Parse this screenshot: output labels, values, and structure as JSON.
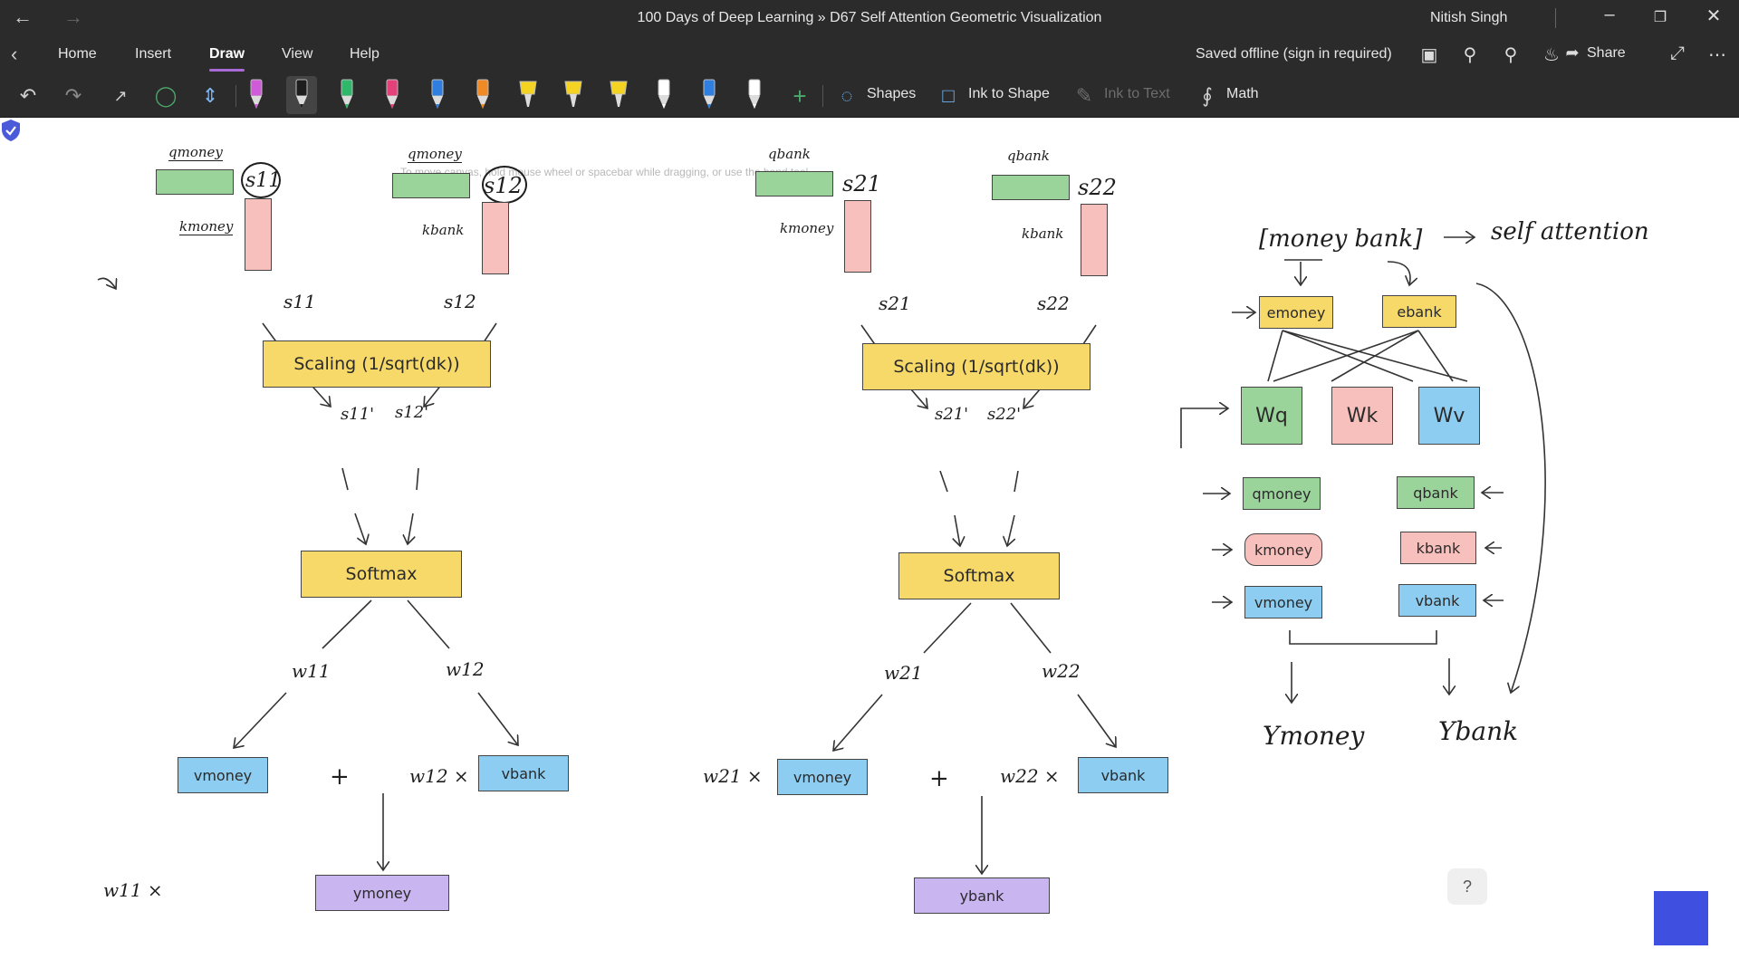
{
  "titlebar": {
    "title": "100 Days of Deep Learning » D67 Self Attention Geometric Visualization",
    "user": "Nitish Singh",
    "back_icon": "back-arrow-icon",
    "forward_icon": "forward-arrow-icon"
  },
  "menubar": {
    "items": [
      "Home",
      "Insert",
      "Draw",
      "View",
      "Help"
    ],
    "active": "Draw",
    "accent": "#a86ad6",
    "saved_status": "Saved offline (sign in required)",
    "share_label": "Share"
  },
  "toolbar": {
    "shapes_label": "Shapes",
    "ink_to_shape_label": "Ink to Shape",
    "ink_to_text_label": "Ink to Text",
    "math_label": "Math",
    "pen_colors": [
      "#d05bd9",
      "#1e1e1e",
      "#2fb86a",
      "#e4407a",
      "#2f7fe0",
      "#f08a24",
      "#f5d322",
      "#f5d322",
      "#f5d322",
      "#ffffff",
      "#2f7fe0",
      "#ffffff"
    ]
  },
  "canvas": {
    "hint": "To move canvas, hold mouse wheel or spacebar while dragging, or use the hand tool",
    "left_diagram": {
      "q_label_1": "qmoney",
      "s_label_11": "s11",
      "k_label_1": "kmoney",
      "q_label_2": "qmoney",
      "s_label_12": "s12",
      "k_label_2": "kbank",
      "arrow_s11": "s11",
      "arrow_s12": "s12",
      "scaling": "Scaling (1/sqrt(dk))",
      "scaled_1": "s11'",
      "scaled_2": "s12'",
      "softmax": "Softmax",
      "w1": "w11",
      "w2": "w12",
      "coef_1": "w11 ×",
      "v_1": "vmoney",
      "plus": "+",
      "coef_2": "w12 ×",
      "v_2": "vbank",
      "output": "ymoney"
    },
    "middle_diagram": {
      "q_label_1": "qbank",
      "s_label_21": "s21",
      "k_label_1": "kmoney",
      "q_label_2": "qbank",
      "s_label_22": "s22",
      "k_label_2": "kbank",
      "arrow_s21": "s21",
      "arrow_s22": "s22",
      "scaling": "Scaling (1/sqrt(dk))",
      "scaled_1": "s21'",
      "scaled_2": "s22'",
      "softmax": "Softmax",
      "w1": "w21",
      "w2": "w22",
      "coef_1": "w21 ×",
      "v_1": "vmoney",
      "plus": "+",
      "coef_2": "w22 ×",
      "v_2": "vbank",
      "output": "ybank"
    },
    "right_diagram": {
      "sentence": "[money bank]",
      "arrow_target": "self attention",
      "e_money": "emoney",
      "e_bank": "ebank",
      "wq": "Wq",
      "wk": "Wk",
      "wv": "Wv",
      "q_money": "qmoney",
      "q_bank": "qbank",
      "k_money": "kmoney",
      "k_bank": "kbank",
      "v_money": "vmoney",
      "v_bank": "vbank",
      "y_money": "Ymoney",
      "y_bank": "Ybank"
    },
    "help_icon": "question-icon",
    "shield_icon": "shield-icon"
  }
}
